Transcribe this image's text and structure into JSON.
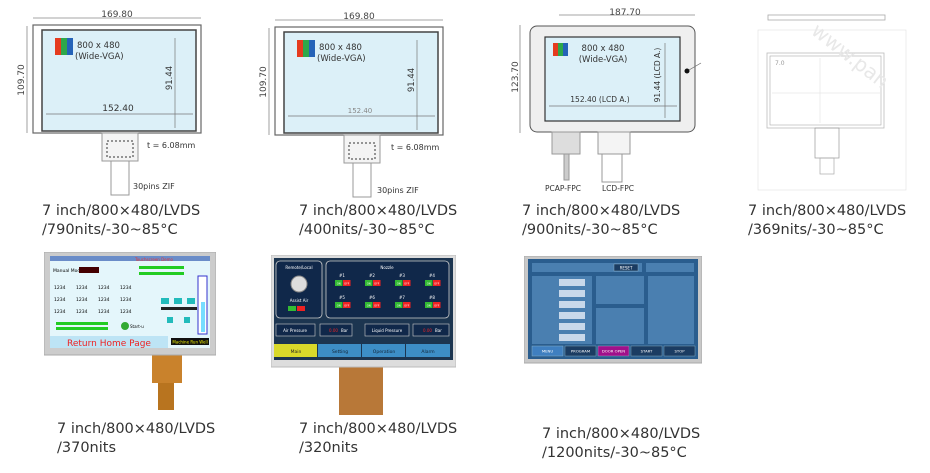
{
  "products": [
    {
      "drawing": {
        "width_dim": "169.80",
        "height_dim": "109.70",
        "resolution": "800 x 480",
        "format": "(Wide-VGA)",
        "active_w": "152.40",
        "active_h": "91.44",
        "thickness": "t = 6.08mm",
        "connector": "30pins ZIF"
      },
      "line1": "7  inch/800×480/LVDS",
      "line2": "/790nits/-30~85°C"
    },
    {
      "drawing": {
        "width_dim": "169.80",
        "height_dim": "109.70",
        "resolution": "800 x 480",
        "format": "(Wide-VGA)",
        "active_w": "152.40",
        "active_h": "91.44",
        "thickness": "t = 6.08mm",
        "connector": "30pins ZIF"
      },
      "line1": "7  inch/800×480/LVDS",
      "line2": "/400nits/-30~85°C"
    },
    {
      "drawing": {
        "width_dim": "187.70",
        "height_dim": "123.70",
        "resolution": "800 x 480",
        "format": "(Wide-VGA)",
        "active_w": "152.40 (LCD A.)",
        "active_h": "91.44 (LCD A.)",
        "fpc1": "PCAP-FPC",
        "fpc2": "LCD-FPC"
      },
      "line1": "7  inch/800×480/LVDS",
      "line2": "/900nits/-30~85°C"
    },
    {
      "drawing": {
        "label": "7.0",
        "watermark": "www.pan"
      },
      "line1": "7  inch/800×480/LVDS",
      "line2": "/369nits/-30~85°C"
    },
    {
      "screen": {
        "title": "Touchscreen Demo",
        "field_label": "Manual Mode",
        "cell": "1234",
        "home": "Return Home Page",
        "status": "Machine Run Well",
        "logo": "Start-u"
      },
      "line1": "7  inch/800×480/LVDS",
      "line2": "/370nits"
    },
    {
      "screen": {
        "panel1": "Remote/Local",
        "panel1b": "Assist Air",
        "panel2": "Nozzle",
        "on": "ON",
        "off": "OFF",
        "nozzles": [
          "#1",
          "#2",
          "#3",
          "#4",
          "#5",
          "#6",
          "#7",
          "#8"
        ],
        "air": "Air Pressure",
        "liquid": "Liquid Pressure",
        "bar": "Bar",
        "val": "0.00",
        "tabs": [
          "Main",
          "Setting",
          "Operation",
          "Alarm"
        ]
      },
      "line1": "7  inch/800×480/LVDS",
      "line2": "/320nits"
    },
    {
      "screen": {
        "reset": "RESET",
        "buttons": [
          "MENU",
          "PROGRAM",
          "DOOR OPEN",
          "START",
          "STOP"
        ]
      },
      "line1": "7  inch/800×480/LVDS",
      "line2": "/1200nits/-30~85°C"
    }
  ]
}
